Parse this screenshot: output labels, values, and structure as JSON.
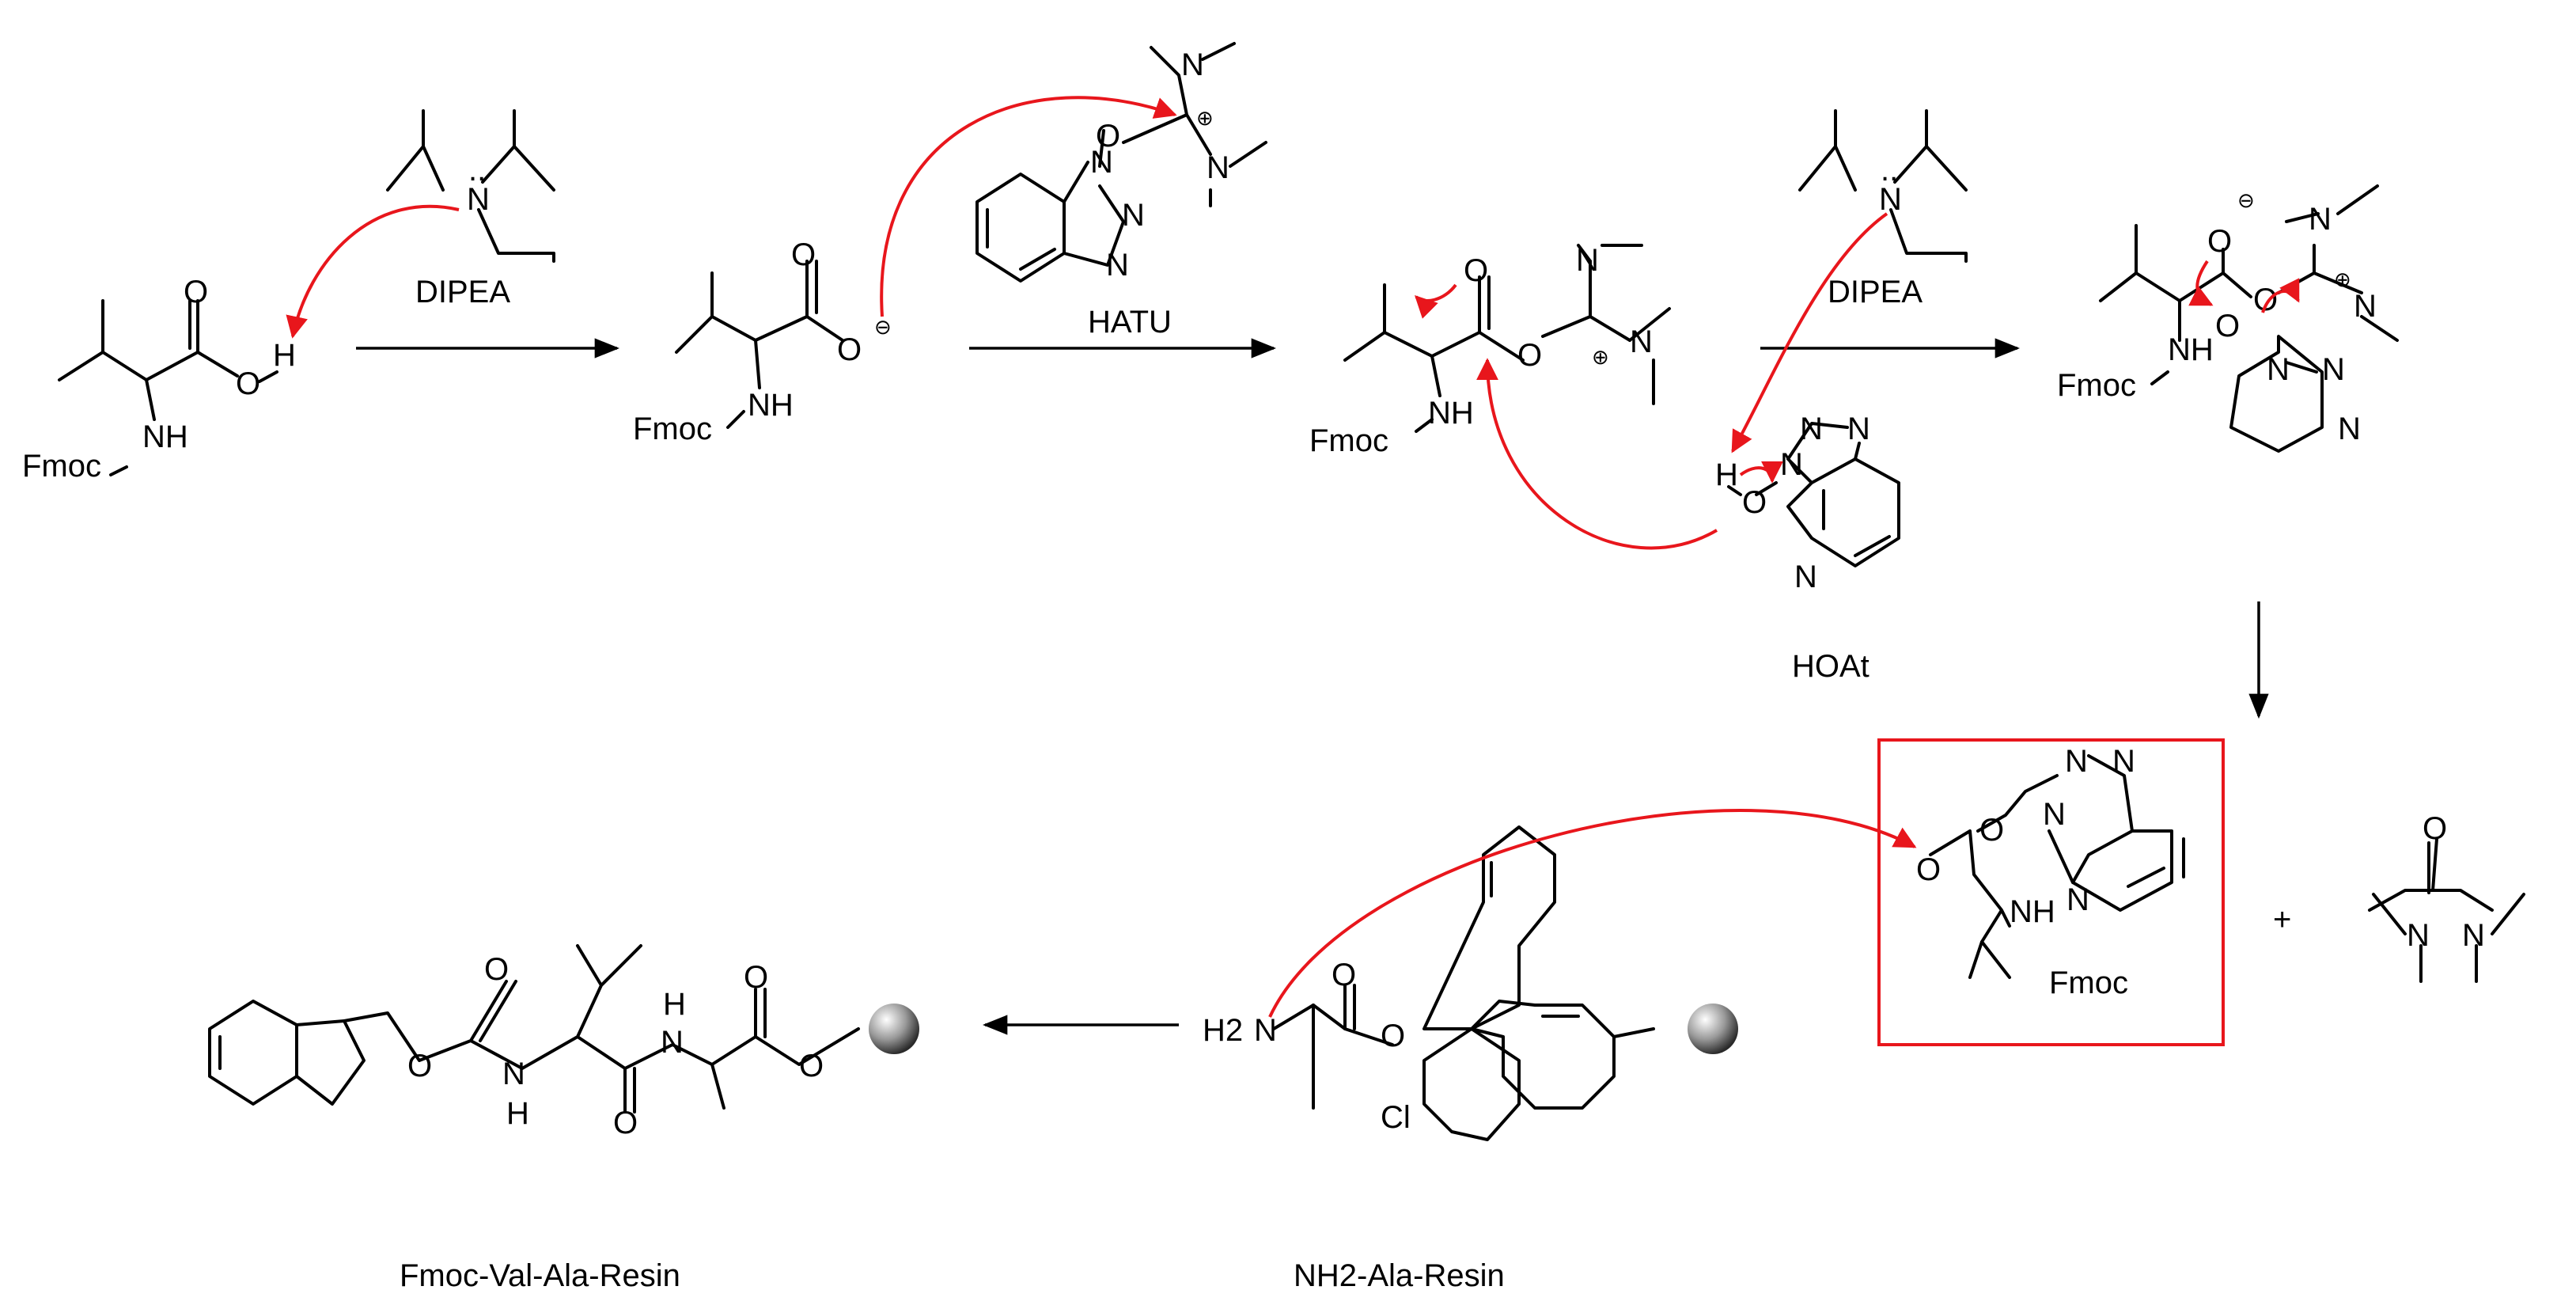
{
  "labels": {
    "dipea_1": "DIPEA",
    "dipea_2": "DIPEA",
    "hatu": "HATU",
    "hoat": "HOAt",
    "fmoc_val_ala_resin": "Fmoc-Val-Ala-Resin",
    "nh2_ala_resin": "NH2-Ala-Resin",
    "plus": "+"
  },
  "atoms": {
    "fmoc": "Fmoc",
    "nh": "NH",
    "n": "N",
    "o": "O",
    "h": "H",
    "h2": "H2",
    "cl": "Cl",
    "minus": "⊖",
    "plus_charge": "⊕",
    "lone_pair": ".."
  },
  "colors": {
    "bond": "#000000",
    "arrow_electron": "#e8161c",
    "highlight_box": "#e8161c"
  }
}
